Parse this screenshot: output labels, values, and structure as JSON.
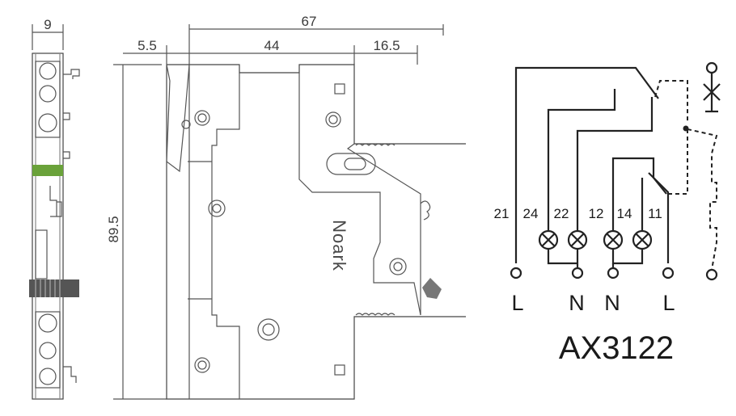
{
  "dimensions": {
    "width_side": "9",
    "overall_width": "67",
    "offset_left": "5.5",
    "body_width": "44",
    "offset_right": "16.5",
    "height": "89.5"
  },
  "brand": "Noark",
  "model": "AX3122",
  "terminals": {
    "t21": "21",
    "t24": "24",
    "t22": "22",
    "t12": "12",
    "t14": "14",
    "t11": "11"
  },
  "supply": {
    "s1": "L",
    "s2": "N",
    "s3": "N",
    "s4": "L"
  },
  "colors": {
    "line": "#333333",
    "accent_green": "#6aa23a",
    "background": "#ffffff"
  }
}
